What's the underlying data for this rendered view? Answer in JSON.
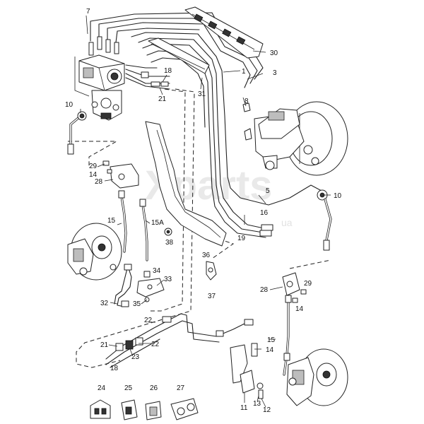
{
  "watermark": {
    "brand": "Xparts",
    "suffix": "ua"
  },
  "callouts": [
    "7",
    "30",
    "1",
    "3",
    "18",
    "31",
    "21",
    "8",
    "10",
    "29",
    "14",
    "28",
    "5",
    "10",
    "16",
    "19",
    "15",
    "15A",
    "38",
    "36",
    "34",
    "33",
    "35",
    "37",
    "32",
    "22",
    "21",
    "22",
    "23",
    "18",
    "28",
    "29",
    "14",
    "15",
    "14",
    "24",
    "25",
    "26",
    "27",
    "11",
    "13",
    "12"
  ]
}
